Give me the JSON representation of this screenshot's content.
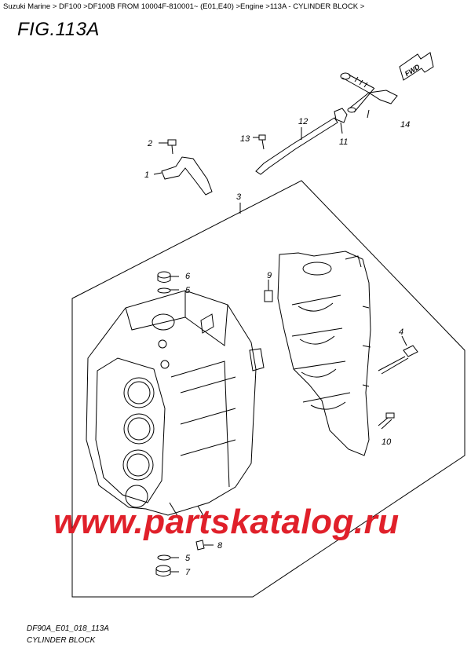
{
  "breadcrumb": "Suzuki Marine > DF100 >DF100B FROM 10004F-810001~ (E01,E40) >Engine >113A - CYLINDER BLOCK >",
  "figure_title": "FIG.113A",
  "direction_label": "FWD",
  "watermark": "www.partskatalog.ru",
  "footer": {
    "code": "DF90A_E01_018_113A",
    "name": "CYLINDER BLOCK"
  },
  "callouts": {
    "c1": "1",
    "c2": "2",
    "c3": "3",
    "c4": "4",
    "c5a": "5",
    "c5b": "5",
    "c6": "6",
    "c7": "7",
    "c8": "8",
    "c9": "9",
    "c10": "10",
    "c11": "11",
    "c12": "12",
    "c13": "13",
    "c14": "14"
  },
  "colors": {
    "watermark": "#e0202a",
    "lines": "#000000"
  }
}
